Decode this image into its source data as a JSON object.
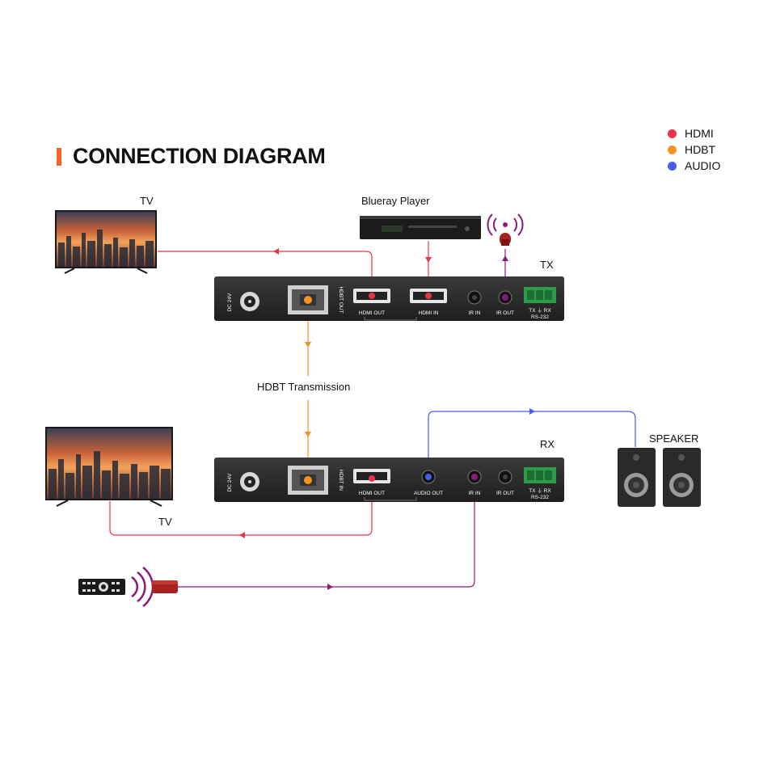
{
  "title": "CONNECTION DIAGRAM",
  "legend": [
    {
      "label": "HDMI",
      "color": "#e8334a"
    },
    {
      "label": "HDBT",
      "color": "#f7931e"
    },
    {
      "label": "AUDIO",
      "color": "#4a5bf0"
    }
  ],
  "labels": {
    "tv_top": "TV",
    "bluray": "Blueray Player",
    "tx": "TX",
    "hdbt_transmission": "HDBT Transmission",
    "rx": "RX",
    "speaker": "SPEAKER",
    "tv_bottom": "TV"
  },
  "tx_device": {
    "dc": "DC 24V",
    "hdbt": "HDBT OUT",
    "hdmi_out": "HDMI OUT",
    "hdmi_in": "HDMI IN",
    "ir_in": "IR IN",
    "ir_out": "IR OUT",
    "rs232_pins": "TX ⏚ RX",
    "rs232": "RS-232"
  },
  "rx_device": {
    "dc": "DC 24V",
    "hdbt": "HDBT IN",
    "hdmi_out": "HDMI OUT",
    "audio_out": "AUDIO OUT",
    "ir_in": "IR IN",
    "ir_out": "IR OUT",
    "rs232_pins": "TX ⏚ RX",
    "rs232": "RS-232"
  },
  "colors": {
    "hdmi": "#e8334a",
    "hdbt": "#f7931e",
    "audio": "#4a5bf0",
    "ir": "#8a1a7a",
    "title_accent": "#f0642a"
  }
}
